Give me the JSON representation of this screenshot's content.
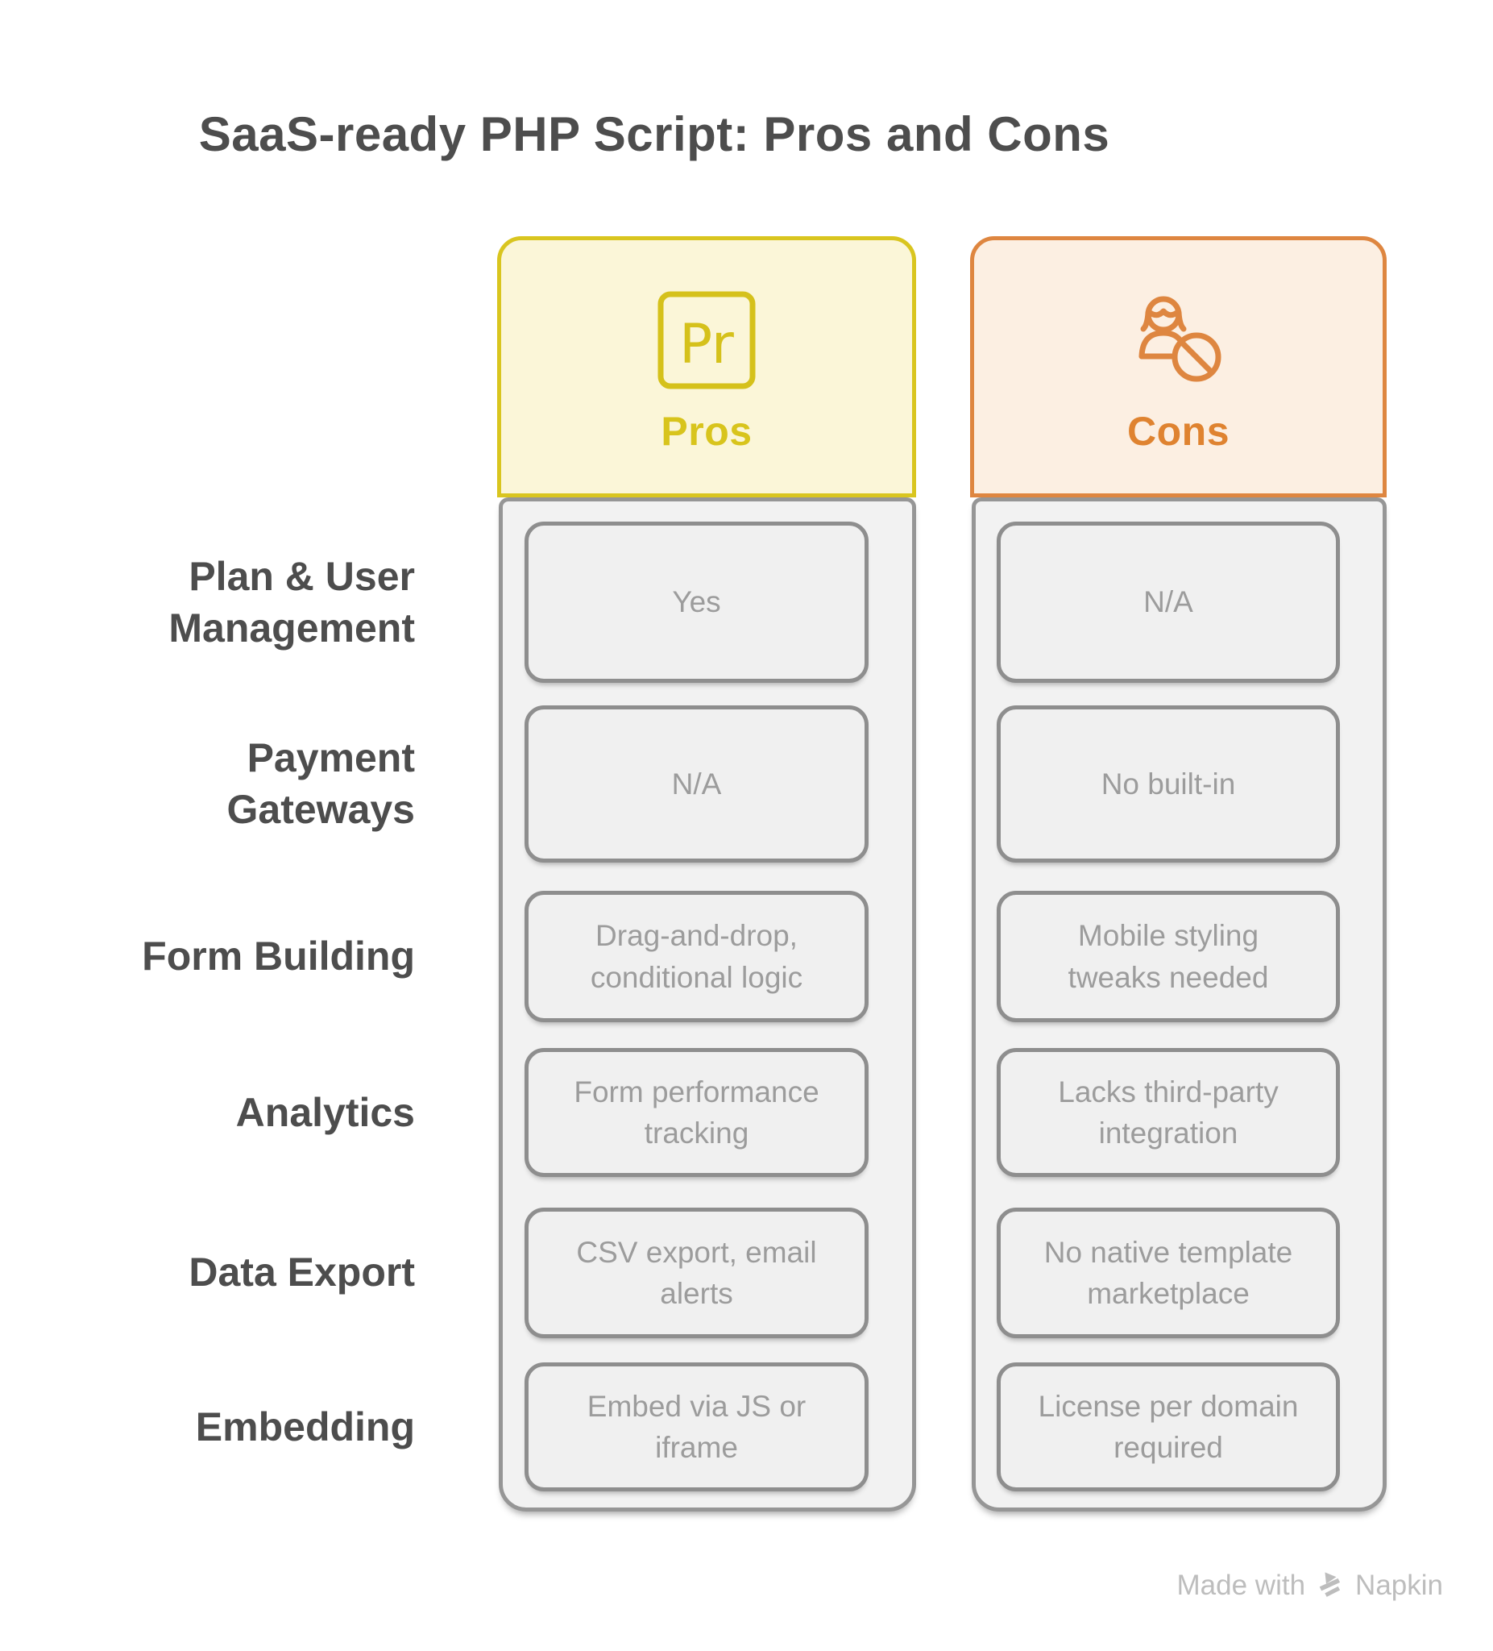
{
  "title": "SaaS-ready PHP Script: Pros and Cons",
  "columns": {
    "pros": {
      "label": "Pros",
      "icon": "pr-square-icon",
      "accent_color": "#d9c51f",
      "fill_color": "#fbf6d8",
      "text_color": "#d8c41c"
    },
    "cons": {
      "label": "Cons",
      "icon": "person-prohibited-icon",
      "accent_color": "#de8640",
      "fill_color": "#fcefe2",
      "text_color": "#df8330"
    }
  },
  "rows": [
    {
      "label": "Plan & User Management",
      "pros": "Yes",
      "cons": "N/A"
    },
    {
      "label": "Payment Gateways",
      "pros": "N/A",
      "cons": "No built-in"
    },
    {
      "label": "Form Building",
      "pros": "Drag-and-drop, conditional logic",
      "cons": "Mobile styling tweaks needed"
    },
    {
      "label": "Analytics",
      "pros": "Form performance tracking",
      "cons": "Lacks third-party integration"
    },
    {
      "label": "Data Export",
      "pros": "CSV export, email alerts",
      "cons": "No native template marketplace"
    },
    {
      "label": "Embedding",
      "pros": "Embed via JS or iframe",
      "cons": "License per domain required"
    }
  ],
  "footer": {
    "made_with": "Made with",
    "brand": "Napkin"
  },
  "neutral_colors": {
    "body_fill": "#f2f2f2",
    "border": "#8e8e8e",
    "cell_text": "#9c9c9c",
    "heading_text": "#4d4d4d",
    "watermark": "#bdbdbd"
  }
}
